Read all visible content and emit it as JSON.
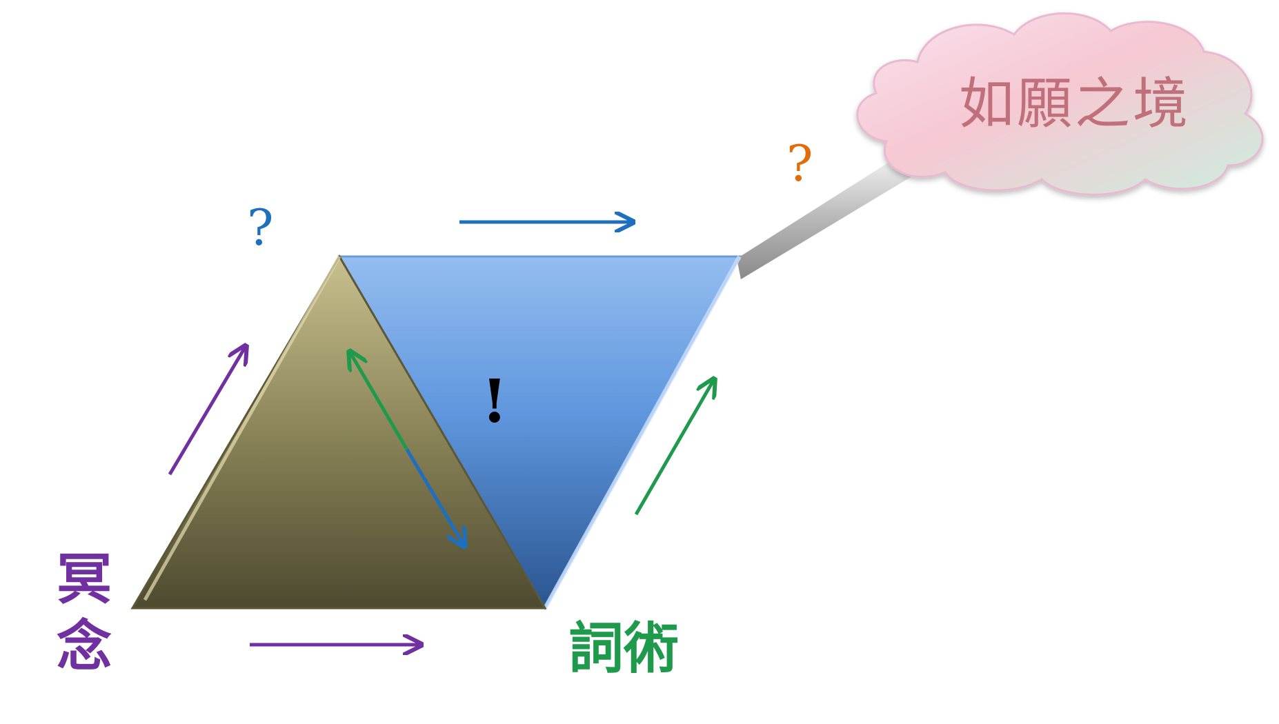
{
  "labels": {
    "meditation": "冥念",
    "technique": "詞術",
    "wish_realm": "如願之境",
    "question_left": "?",
    "question_right": "?",
    "exclamation": "!"
  },
  "colors": {
    "purple": "#7030a0",
    "green": "#1f9a4c",
    "blue": "#1f6fbf",
    "orange": "#e36c0a",
    "olive_light": "#c8c08e",
    "olive_dark": "#4e4a30",
    "blue_light": "#8fb8ef",
    "blue_dark": "#2c5a9a",
    "cloud_pink": "#f7c9d2",
    "cloud_green": "#cfeede",
    "wish_text": "#c0707a"
  }
}
